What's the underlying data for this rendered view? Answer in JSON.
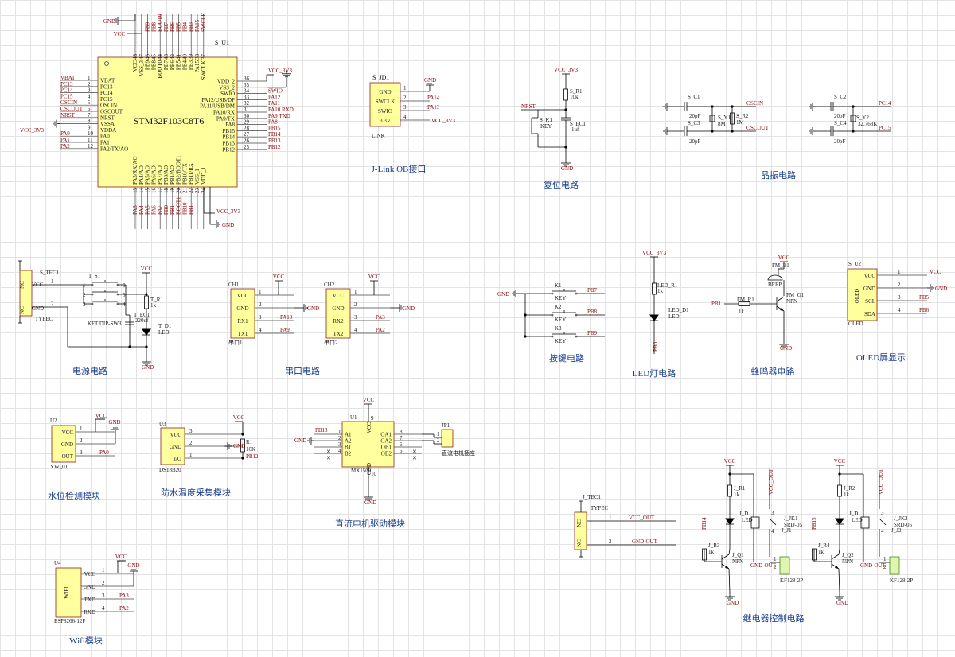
{
  "sections": {
    "mcu": {
      "ref": "S_U1",
      "part": "STM32F103C8T6",
      "left": [
        {
          "n": "1",
          "s": "VBAT",
          "net": "VBAT"
        },
        {
          "n": "2",
          "s": "PC13",
          "net": "PC13"
        },
        {
          "n": "3",
          "s": "PC14",
          "net": "PC14"
        },
        {
          "n": "4",
          "s": "PC15",
          "net": "PC15"
        },
        {
          "n": "5",
          "s": "OSCIN",
          "net": "OSCIN"
        },
        {
          "n": "6",
          "s": "OSCOUT",
          "net": "OSCOUT"
        },
        {
          "n": "7",
          "s": "NRST",
          "net": "NRST"
        },
        {
          "n": "8",
          "s": "VSSA",
          "net": "GND"
        },
        {
          "n": "9",
          "s": "VDDA",
          "net": "VCC_3V3"
        },
        {
          "n": "10",
          "s": "PA0",
          "net": "PA0"
        },
        {
          "n": "11",
          "s": "PA1",
          "net": "PA1"
        },
        {
          "n": "12",
          "s": "PA2/TX/AO",
          "net": "PA2"
        }
      ],
      "right": [
        {
          "n": "36",
          "s": "VDD_2",
          "net": "VCC_3V3"
        },
        {
          "n": "35",
          "s": "VSS_2",
          "net": ""
        },
        {
          "n": "34",
          "s": "SWIO",
          "net": "SWIO"
        },
        {
          "n": "33",
          "s": "PA12/USB/DP",
          "net": "PA12"
        },
        {
          "n": "32",
          "s": "PA11/USB/DM",
          "net": "PA11"
        },
        {
          "n": "31",
          "s": "PA10/RX",
          "net": "PA10 RXD"
        },
        {
          "n": "30",
          "s": "PA9/TX",
          "net": "PA9 TXD"
        },
        {
          "n": "29",
          "s": "PA8",
          "net": "PA8"
        },
        {
          "n": "28",
          "s": "PB15",
          "net": "PB15"
        },
        {
          "n": "27",
          "s": "PB14",
          "net": "PB14"
        },
        {
          "n": "26",
          "s": "PB13",
          "net": "PB13"
        },
        {
          "n": "25",
          "s": "PB12",
          "net": "PB12"
        }
      ],
      "top": [
        {
          "n": "48",
          "s": "VCC",
          "net": "GND"
        },
        {
          "n": "47",
          "s": "VSS_3",
          "net": "VCC"
        },
        {
          "n": "46",
          "s": "PB9",
          "net": "PB9"
        },
        {
          "n": "45",
          "s": "PB8",
          "net": "PB8"
        },
        {
          "n": "44",
          "s": "BOOT0",
          "net": "BOOT0"
        },
        {
          "n": "43",
          "s": "PB7",
          "net": "PB7"
        },
        {
          "n": "42",
          "s": "PB6",
          "net": "PB6"
        },
        {
          "n": "41",
          "s": "PB5",
          "net": "PB5"
        },
        {
          "n": "40",
          "s": "PB4",
          "net": "PB4"
        },
        {
          "n": "39",
          "s": "PB3",
          "net": "PB3"
        },
        {
          "n": "38",
          "s": "PA15",
          "net": "PA15"
        },
        {
          "n": "37",
          "s": "SWCLK",
          "net": "SWCLK"
        }
      ],
      "bottom": [
        {
          "n": "13",
          "s": "PA3/RX/AO",
          "net": "PA3"
        },
        {
          "n": "14",
          "s": "PA4/AO",
          "net": "PA4"
        },
        {
          "n": "15",
          "s": "PA5/AO",
          "net": "PA5"
        },
        {
          "n": "16",
          "s": "PA6/AO",
          "net": "PA6"
        },
        {
          "n": "17",
          "s": "PA7/AO",
          "net": "PA7"
        },
        {
          "n": "18",
          "s": "PB0/AO",
          "net": "PB0"
        },
        {
          "n": "19",
          "s": "PB1/AO",
          "net": "PB1"
        },
        {
          "n": "20",
          "s": "PB2/BOOT1",
          "net": "BOOT1"
        },
        {
          "n": "21",
          "s": "PB10/TX",
          "net": "PB10"
        },
        {
          "n": "22",
          "s": "PB11/RX",
          "net": "PB11"
        },
        {
          "n": "23",
          "s": "VSS_1",
          "net": ""
        },
        {
          "n": "24",
          "s": "VDD_1",
          "net": ""
        }
      ],
      "nets": {
        "vcc3v3_low": "VCC_3V3",
        "gnd_low": "GND",
        "vcc3v3_right": "VCC_3V3",
        "gnd_right": "GND",
        "gnd_left": "GND",
        "vcc3v3_left": "VCC_3V3",
        "gnd_top": "GND",
        "vcc_top": "VCC"
      }
    },
    "jlink": {
      "title": "J-Link OB接口",
      "ref": "S_JD1",
      "label": "LINK",
      "pins": [
        {
          "n": "1",
          "s": "GND",
          "net": "GND"
        },
        {
          "n": "2",
          "s": "SWCLK",
          "net": "PA14"
        },
        {
          "n": "3",
          "s": "SWIO",
          "net": "PA13"
        },
        {
          "n": "4",
          "s": "3.3V",
          "net": "VCC_3V3"
        }
      ]
    },
    "reset": {
      "title": "复位电路",
      "vcc": "VCC_3V3",
      "r_ref": "S_R1",
      "r_val": "10k",
      "net": "NRST",
      "k_ref": "S_K1",
      "k_val": "KEY",
      "c_ref": "S_EC1",
      "c_val": "1uf",
      "gnd": "GND"
    },
    "crystal": {
      "title": "晶振电路",
      "gnd": "GND",
      "c1": "S_C1",
      "c1v": "20pF",
      "c3": "S_C3",
      "c3v": "20pF",
      "y1": "S_Y1",
      "y1v": "8M",
      "r2": "S_R2",
      "r2v": "1M",
      "osc_in": "OSCIN",
      "osc_out": "OSCOUT",
      "c2": "S_C2",
      "c2v": "20pF",
      "c4": "S_C4",
      "c4v": "20pF",
      "y2": "S_Y2",
      "y2v": "32.768K",
      "pc14": "PC14",
      "pc15": "PC15"
    },
    "power": {
      "title": "电源电路",
      "ref": "S_TEC1",
      "part": "TYPEC",
      "nc1": "NC",
      "nc2": "NC",
      "vcc_pin": "VCC",
      "gnd_pin": "GND",
      "p1": "1",
      "p2": "2",
      "sw_ref": "T_S1",
      "sw_val": "KFT DIP-SW3",
      "vcc": "VCC",
      "r_ref": "T_R1",
      "r_val": "1k",
      "c_ref": "T_EC1",
      "c_val": "220uf",
      "d_ref": "T_D1",
      "d_val": "LED",
      "gnd": "GND",
      "sw_nums": [
        "1",
        "2",
        "3",
        "4",
        "5",
        "6"
      ]
    },
    "uart": {
      "title": "串口电路",
      "ports": [
        {
          "ref": "CH1",
          "name": "串口1",
          "vcc": "VCC",
          "gnd": "GND",
          "pins": [
            {
              "n": "1",
              "s": "VCC",
              "net": ""
            },
            {
              "n": "2",
              "s": "GND",
              "net": ""
            },
            {
              "n": "3",
              "s": "RX1",
              "net": "PA10"
            },
            {
              "n": "4",
              "s": "TX1",
              "net": "PA9"
            }
          ]
        },
        {
          "ref": "CH2",
          "name": "串口2",
          "vcc": "VCC",
          "gnd": "GND",
          "pins": [
            {
              "n": "1",
              "s": "VCC",
              "net": ""
            },
            {
              "n": "2",
              "s": "GND",
              "net": ""
            },
            {
              "n": "3",
              "s": "RX2",
              "net": "PA3"
            },
            {
              "n": "4",
              "s": "TX2",
              "net": "PA2"
            }
          ]
        }
      ]
    },
    "keys": {
      "title": "按键电路",
      "gnd": "GND",
      "items": [
        {
          "ref": "K1",
          "val": "KEY",
          "net": "PB7"
        },
        {
          "ref": "K2",
          "val": "KEY",
          "net": "PB8"
        },
        {
          "ref": "K3",
          "val": "KEY",
          "net": "PB9"
        }
      ]
    },
    "led": {
      "title": "LED灯电路",
      "vcc": "VCC_3V3",
      "r_ref": "LED_R1",
      "r_val": "1k",
      "d_ref": "LED_D1",
      "d_val": "LED",
      "net": "PB0"
    },
    "buzzer": {
      "title": "蜂鸣器电路",
      "vcc": "VCC",
      "b_ref": "FM_B1",
      "b_val": "BEEP",
      "q_ref": "FM_Q1",
      "q_val": "NPN",
      "r_ref": "FM_R1",
      "r_val": "1k",
      "net": "PB1",
      "gnd": "GND"
    },
    "oled": {
      "title": "OLED屏显示",
      "ref": "S_U2",
      "part": "OLED",
      "label": "OLED",
      "pins": [
        {
          "n": "1",
          "s": "VCC",
          "net": "VCC"
        },
        {
          "n": "2",
          "s": "GND",
          "net": "GND"
        },
        {
          "n": "3",
          "s": "SCL",
          "net": "PB5"
        },
        {
          "n": "4",
          "s": "SDA",
          "net": "PB6"
        }
      ]
    },
    "water": {
      "title": "水位检测模块",
      "ref": "U2",
      "part": "YW_01",
      "vcc": "VCC",
      "gnd": "GND",
      "pins": [
        {
          "n": "1",
          "s": "VCC",
          "net": ""
        },
        {
          "n": "2",
          "s": "GND",
          "net": ""
        },
        {
          "n": "3",
          "s": "OUT",
          "net": "PA0"
        }
      ]
    },
    "temp": {
      "title": "防水温度采集模块",
      "ref": "U3",
      "part": "DS18B20",
      "vcc": "VCC",
      "gnd": "GND",
      "r_ref": "R1",
      "r_val": "10K",
      "net": "PB12",
      "pins": [
        {
          "n": "3",
          "s": "VCC"
        },
        {
          "n": "2",
          "s": "GND"
        },
        {
          "n": "1",
          "s": "I/O"
        }
      ]
    },
    "motor": {
      "title": "直流电机驱动模块",
      "ref": "U1",
      "part": "MX1508",
      "vcc": "VCC",
      "gnd": "GND",
      "gnd_left": "GND",
      "net_in": "PB13",
      "jp": "JP1",
      "jp_label": "直流电机插座",
      "left": [
        {
          "n": "1",
          "s": "A1"
        },
        {
          "n": "2",
          "s": "A2"
        },
        {
          "n": "3",
          "s": "B1"
        },
        {
          "n": "4",
          "s": "B2"
        }
      ],
      "right": [
        {
          "n": "8",
          "s": "OA1"
        },
        {
          "n": "7",
          "s": "OA2"
        },
        {
          "n": "6",
          "s": "OB1"
        },
        {
          "n": "5",
          "s": "OB2"
        }
      ],
      "top_pin": "VCC",
      "bottom_pin": "GND",
      "pin9": "9",
      "pin10": "10",
      "jp_pins": [
        "1",
        "2"
      ]
    },
    "wifi": {
      "title": "Wifi模块",
      "ref": "U4",
      "part": "ESP8266-12F",
      "label": "WIFI",
      "vcc": "VCC",
      "gnd": "GND",
      "pins": [
        {
          "n": "1",
          "s": "VCC",
          "net": ""
        },
        {
          "n": "2",
          "s": "GND",
          "net": ""
        },
        {
          "n": "3",
          "s": "TXD",
          "net": "PA3"
        },
        {
          "n": "4",
          "s": "RXD",
          "net": "PA2"
        }
      ]
    },
    "relay_in": {
      "ref": "J_TEC1",
      "part": "TYPEC",
      "nc1": "NC",
      "nc2": "NC",
      "p1": "1",
      "p2": "2",
      "net_vcc": "VCC_OUT",
      "net_gnd": "GND-OUT"
    },
    "relay": {
      "title": "继电器控制电路",
      "ch": [
        {
          "vcc": "VCC",
          "r1": "J_R1",
          "r1v": "1k",
          "d": "J_D",
          "dv": "LED",
          "relay": "J_JK1",
          "relayv": "SRD-05",
          "in": "PB14",
          "r3": "J_R3",
          "r3v": "1k",
          "q": "J_Q1",
          "qv": "NPN",
          "term": "J_J1",
          "termv": "KF128-2P",
          "vout": "VCC_OUT",
          "gout": "GND-OUT",
          "gnd": "GND"
        },
        {
          "vcc": "VCC",
          "r1": "J_R2",
          "r1v": "1k",
          "d": "J_D",
          "dv": "LED",
          "relay": "J_JK2",
          "relayv": "SRD-05",
          "in": "PB15",
          "r3": "J_R4",
          "r3v": "1k",
          "q": "J_Q2",
          "qv": "NPN",
          "term": "J_J2",
          "termv": "KF128-2P",
          "vout": "VCC_OUT",
          "gout": "GND-OUT",
          "gnd": "GND"
        }
      ]
    }
  }
}
